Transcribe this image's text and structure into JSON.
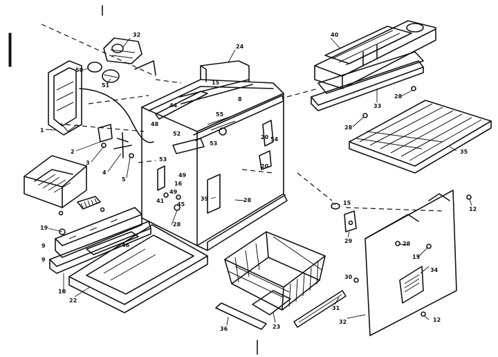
{
  "callouts": [
    {
      "id": "c32a",
      "text": "32"
    },
    {
      "id": "c50",
      "text": "50"
    },
    {
      "id": "c51",
      "text": "51"
    },
    {
      "id": "c1",
      "text": "1"
    },
    {
      "id": "c2",
      "text": "2"
    },
    {
      "id": "c3",
      "text": "3"
    },
    {
      "id": "c4",
      "text": "4"
    },
    {
      "id": "c5",
      "text": "5"
    },
    {
      "id": "c24",
      "text": "24"
    },
    {
      "id": "c15a",
      "text": "15"
    },
    {
      "id": "c8",
      "text": "8"
    },
    {
      "id": "c44",
      "text": "44"
    },
    {
      "id": "c55",
      "text": "55"
    },
    {
      "id": "c48",
      "text": "48"
    },
    {
      "id": "c52",
      "text": "52"
    },
    {
      "id": "c53a",
      "text": "53"
    },
    {
      "id": "c20a",
      "text": "20"
    },
    {
      "id": "c54",
      "text": "54"
    },
    {
      "id": "c20b",
      "text": "20"
    },
    {
      "id": "c53b",
      "text": "53"
    },
    {
      "id": "c49a",
      "text": "49"
    },
    {
      "id": "c16",
      "text": "16"
    },
    {
      "id": "c41",
      "text": "41"
    },
    {
      "id": "c49b",
      "text": "49"
    },
    {
      "id": "c45",
      "text": "45"
    },
    {
      "id": "c28a",
      "text": "28"
    },
    {
      "id": "c39",
      "text": "39"
    },
    {
      "id": "c28b",
      "text": "28"
    },
    {
      "id": "c19",
      "text": "19"
    },
    {
      "id": "c9a",
      "text": "9"
    },
    {
      "id": "c9b",
      "text": "9"
    },
    {
      "id": "c46",
      "text": "46"
    },
    {
      "id": "c10",
      "text": "10"
    },
    {
      "id": "c22",
      "text": "22"
    },
    {
      "id": "c40",
      "text": "40"
    },
    {
      "id": "c33",
      "text": "33"
    },
    {
      "id": "c28c",
      "text": "28"
    },
    {
      "id": "c28d",
      "text": "28"
    },
    {
      "id": "c35",
      "text": "35"
    },
    {
      "id": "c15b",
      "text": "15"
    },
    {
      "id": "c29",
      "text": "29"
    },
    {
      "id": "c12a",
      "text": "12"
    },
    {
      "id": "c28e",
      "text": "28"
    },
    {
      "id": "c15c",
      "text": "15"
    },
    {
      "id": "c30",
      "text": "30"
    },
    {
      "id": "c34",
      "text": "34"
    },
    {
      "id": "c31",
      "text": "31"
    },
    {
      "id": "c32b",
      "text": "32"
    },
    {
      "id": "c12b",
      "text": "12"
    },
    {
      "id": "c36",
      "text": "36"
    },
    {
      "id": "c23",
      "text": "23"
    }
  ]
}
